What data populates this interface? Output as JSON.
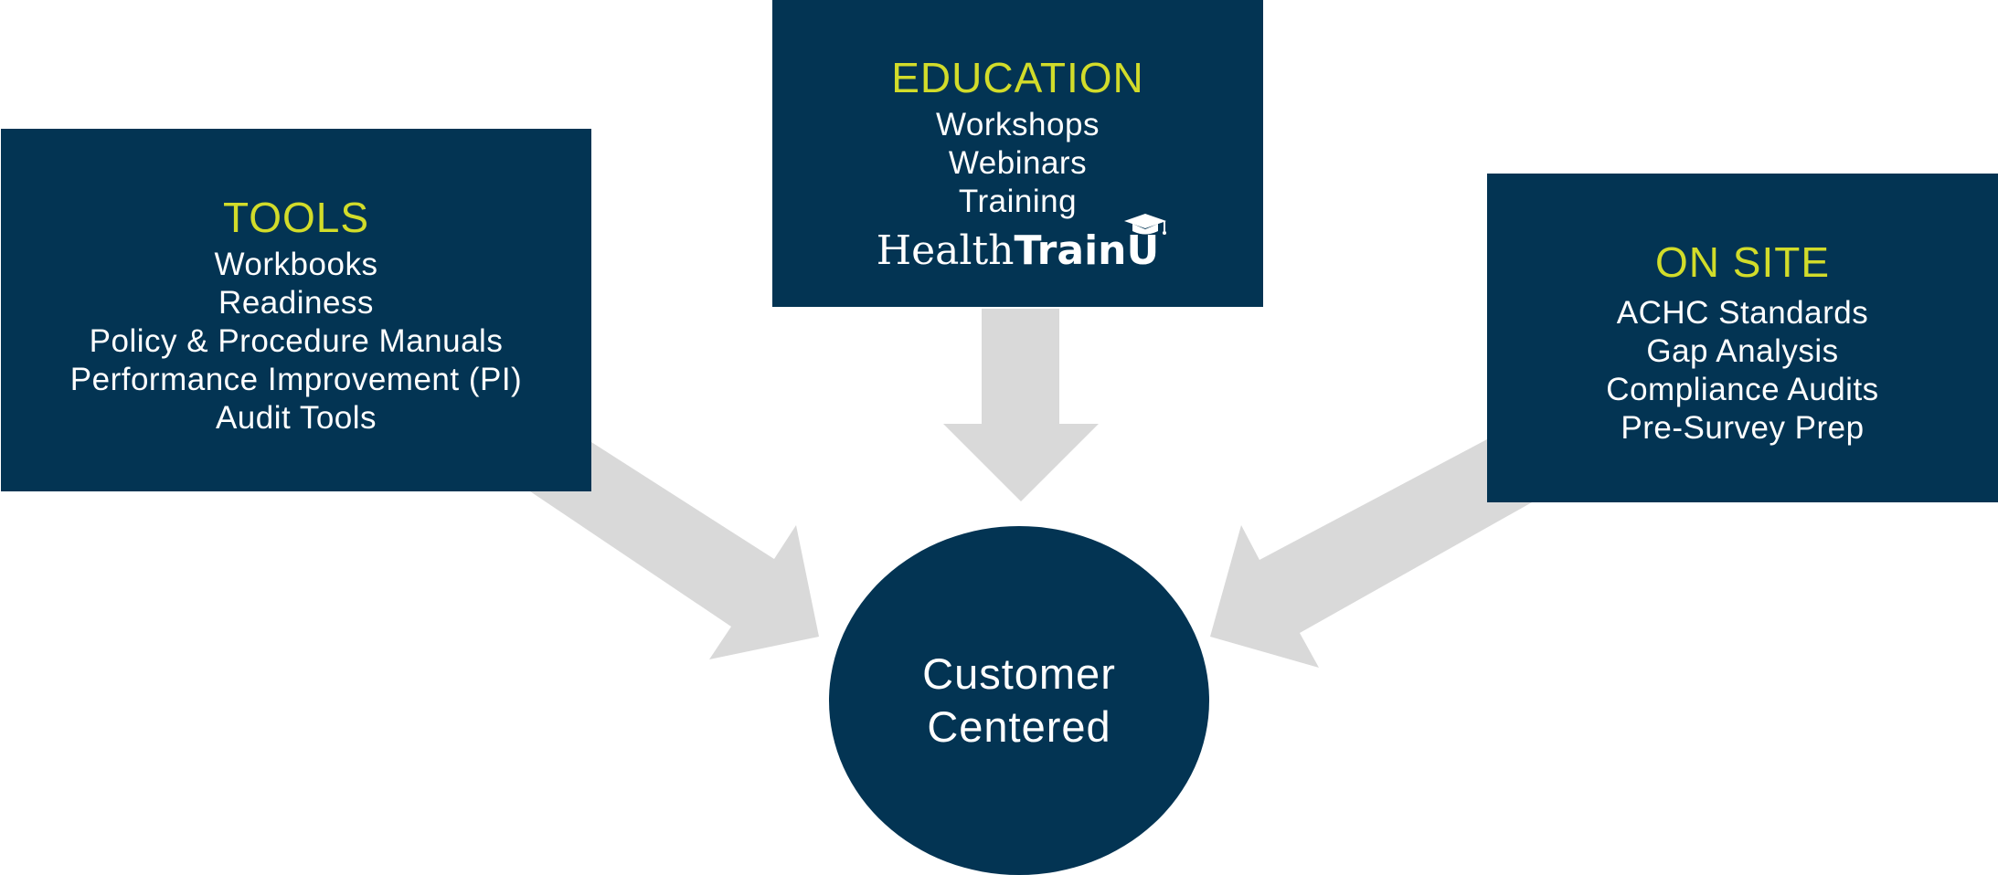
{
  "tools": {
    "title": "TOOLS",
    "items": [
      "Workbooks",
      "Readiness",
      "Policy & Procedure Manuals",
      "Performance Improvement (PI)",
      "Audit Tools"
    ]
  },
  "education": {
    "title": "EDUCATION",
    "items": [
      "Workshops",
      "Webinars",
      "Training"
    ],
    "logo": {
      "part1": "Health",
      "part2": "Train",
      "part3": "U"
    }
  },
  "onsite": {
    "title": "ON SITE",
    "items": [
      "ACHC Standards",
      "Gap Analysis",
      "Compliance Audits",
      "Pre-Survey Prep"
    ]
  },
  "center": {
    "line1": "Customer",
    "line2": "Centered"
  },
  "colors": {
    "box": "#033453",
    "title": "#d2dc2a",
    "text": "#ffffff",
    "arrow": "#d9d9d9"
  }
}
